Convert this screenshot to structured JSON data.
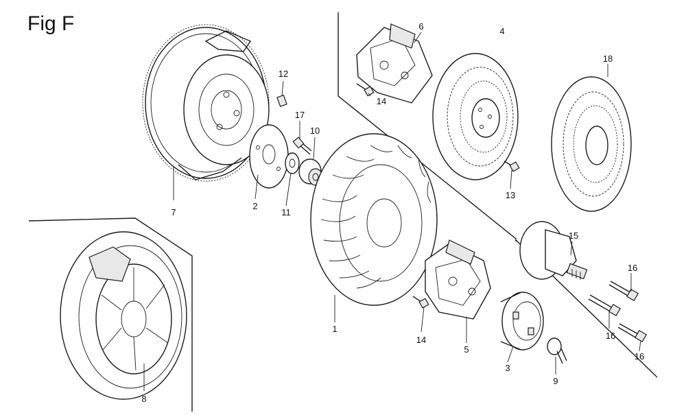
{
  "figure": {
    "title": "Fig F"
  },
  "callouts": [
    {
      "id": "c1",
      "label": "1"
    },
    {
      "id": "c2",
      "label": "2"
    },
    {
      "id": "c3",
      "label": "3"
    },
    {
      "id": "c4",
      "label": "4"
    },
    {
      "id": "c5",
      "label": "5"
    },
    {
      "id": "c6",
      "label": "6"
    },
    {
      "id": "c7",
      "label": "7"
    },
    {
      "id": "c8",
      "label": "8"
    },
    {
      "id": "c9",
      "label": "9"
    },
    {
      "id": "c10",
      "label": "10"
    },
    {
      "id": "c11",
      "label": "11"
    },
    {
      "id": "c12",
      "label": "12"
    },
    {
      "id": "c13",
      "label": "13"
    },
    {
      "id": "c14a",
      "label": "14"
    },
    {
      "id": "c14b",
      "label": "14"
    },
    {
      "id": "c15",
      "label": "15"
    },
    {
      "id": "c16a",
      "label": "16"
    },
    {
      "id": "c16b",
      "label": "16"
    },
    {
      "id": "c16c",
      "label": "16"
    },
    {
      "id": "c17",
      "label": "17"
    },
    {
      "id": "c18",
      "label": "18"
    }
  ]
}
